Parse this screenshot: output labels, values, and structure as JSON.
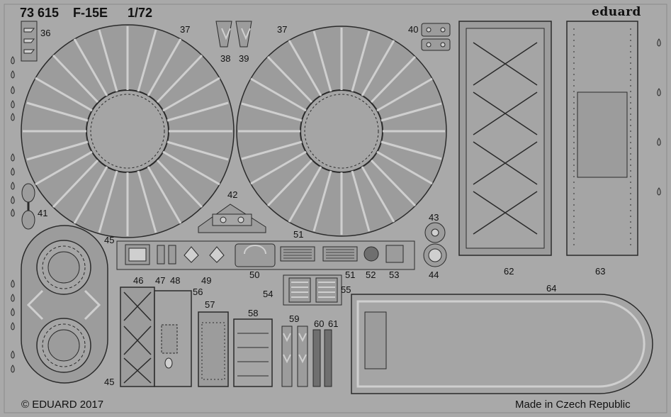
{
  "header": {
    "set_number": "73 615",
    "aircraft": "F-15E",
    "scale": "1/72",
    "brand": "eduard"
  },
  "footer": {
    "copyright": "© EDUARD 2017",
    "origin": "Made in Czech Republic"
  },
  "part_numbers": {
    "p36": "36",
    "p37a": "37",
    "p37b": "37",
    "p38": "38",
    "p39": "39",
    "p40": "40",
    "p41": "41",
    "p42": "42",
    "p43": "43",
    "p44": "44",
    "p45a": "45",
    "p45b": "45",
    "p46": "46",
    "p47": "47",
    "p48": "48",
    "p49": "49",
    "p50": "50",
    "p51a": "51",
    "p51b": "51",
    "p52": "52",
    "p53": "53",
    "p54": "54",
    "p55": "55",
    "p56": "56",
    "p57": "57",
    "p58": "58",
    "p59": "59",
    "p60": "60",
    "p61": "61",
    "p62": "62",
    "p63": "63",
    "p64": "64"
  },
  "colors": {
    "fret_background": "#a9a9a9",
    "part_fill": "#9c9c9c",
    "part_edge": "#2a2a2a",
    "highlight": "#cfcfcf",
    "label_text": "#111111"
  }
}
